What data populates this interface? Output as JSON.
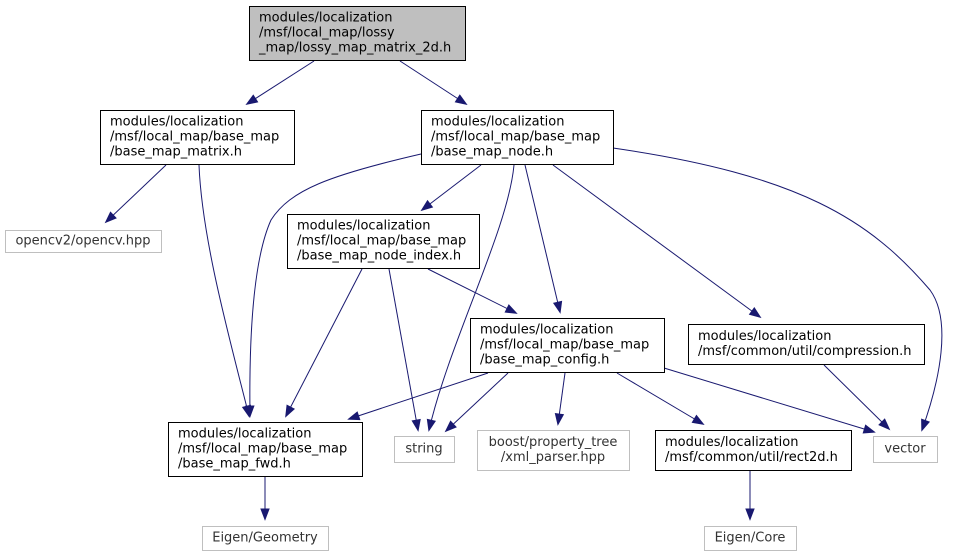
{
  "nodes": [
    {
      "id": "lossy_map_matrix_2d",
      "kind": "root",
      "lines": [
        "modules/localization",
        "/msf/local_map/lossy",
        "_map/lossy_map_matrix_2d.h"
      ]
    },
    {
      "id": "base_map_matrix",
      "kind": "header",
      "lines": [
        "modules/localization",
        "/msf/local_map/base_map",
        "/base_map_matrix.h"
      ]
    },
    {
      "id": "base_map_node",
      "kind": "header",
      "lines": [
        "modules/localization",
        "/msf/local_map/base_map",
        "/base_map_node.h"
      ]
    },
    {
      "id": "opencv",
      "kind": "external",
      "lines": [
        "opencv2/opencv.hpp"
      ]
    },
    {
      "id": "base_map_node_index",
      "kind": "header",
      "lines": [
        "modules/localization",
        "/msf/local_map/base_map",
        "/base_map_node_index.h"
      ]
    },
    {
      "id": "base_map_config",
      "kind": "header",
      "lines": [
        "modules/localization",
        "/msf/local_map/base_map",
        "/base_map_config.h"
      ]
    },
    {
      "id": "compression",
      "kind": "header",
      "lines": [
        "modules/localization",
        "/msf/common/util/compression.h"
      ]
    },
    {
      "id": "base_map_fwd",
      "kind": "header",
      "lines": [
        "modules/localization",
        "/msf/local_map/base_map",
        "/base_map_fwd.h"
      ]
    },
    {
      "id": "string",
      "kind": "external",
      "lines": [
        "string"
      ]
    },
    {
      "id": "xml_parser",
      "kind": "external",
      "lines": [
        "boost/property_tree",
        "/xml_parser.hpp"
      ]
    },
    {
      "id": "rect2d",
      "kind": "header",
      "lines": [
        "modules/localization",
        "/msf/common/util/rect2d.h"
      ]
    },
    {
      "id": "vector",
      "kind": "external",
      "lines": [
        "vector"
      ]
    },
    {
      "id": "eigen_geometry",
      "kind": "external",
      "lines": [
        "Eigen/Geometry"
      ]
    },
    {
      "id": "eigen_core",
      "kind": "external",
      "lines": [
        "Eigen/Core"
      ]
    }
  ],
  "edges": [
    {
      "from": "lossy_map_matrix_2d",
      "to": "base_map_matrix"
    },
    {
      "from": "lossy_map_matrix_2d",
      "to": "base_map_node"
    },
    {
      "from": "base_map_matrix",
      "to": "opencv"
    },
    {
      "from": "base_map_matrix",
      "to": "base_map_fwd"
    },
    {
      "from": "base_map_node",
      "to": "base_map_fwd"
    },
    {
      "from": "base_map_node",
      "to": "base_map_node_index"
    },
    {
      "from": "base_map_node",
      "to": "string"
    },
    {
      "from": "base_map_node",
      "to": "base_map_config"
    },
    {
      "from": "base_map_node",
      "to": "compression"
    },
    {
      "from": "base_map_node",
      "to": "vector"
    },
    {
      "from": "base_map_node_index",
      "to": "base_map_fwd"
    },
    {
      "from": "base_map_node_index",
      "to": "string"
    },
    {
      "from": "base_map_node_index",
      "to": "base_map_config"
    },
    {
      "from": "base_map_config",
      "to": "base_map_fwd"
    },
    {
      "from": "base_map_config",
      "to": "string"
    },
    {
      "from": "base_map_config",
      "to": "xml_parser"
    },
    {
      "from": "base_map_config",
      "to": "rect2d"
    },
    {
      "from": "base_map_config",
      "to": "vector"
    },
    {
      "from": "compression",
      "to": "vector"
    },
    {
      "from": "base_map_fwd",
      "to": "eigen_geometry"
    },
    {
      "from": "rect2d",
      "to": "eigen_core"
    }
  ]
}
